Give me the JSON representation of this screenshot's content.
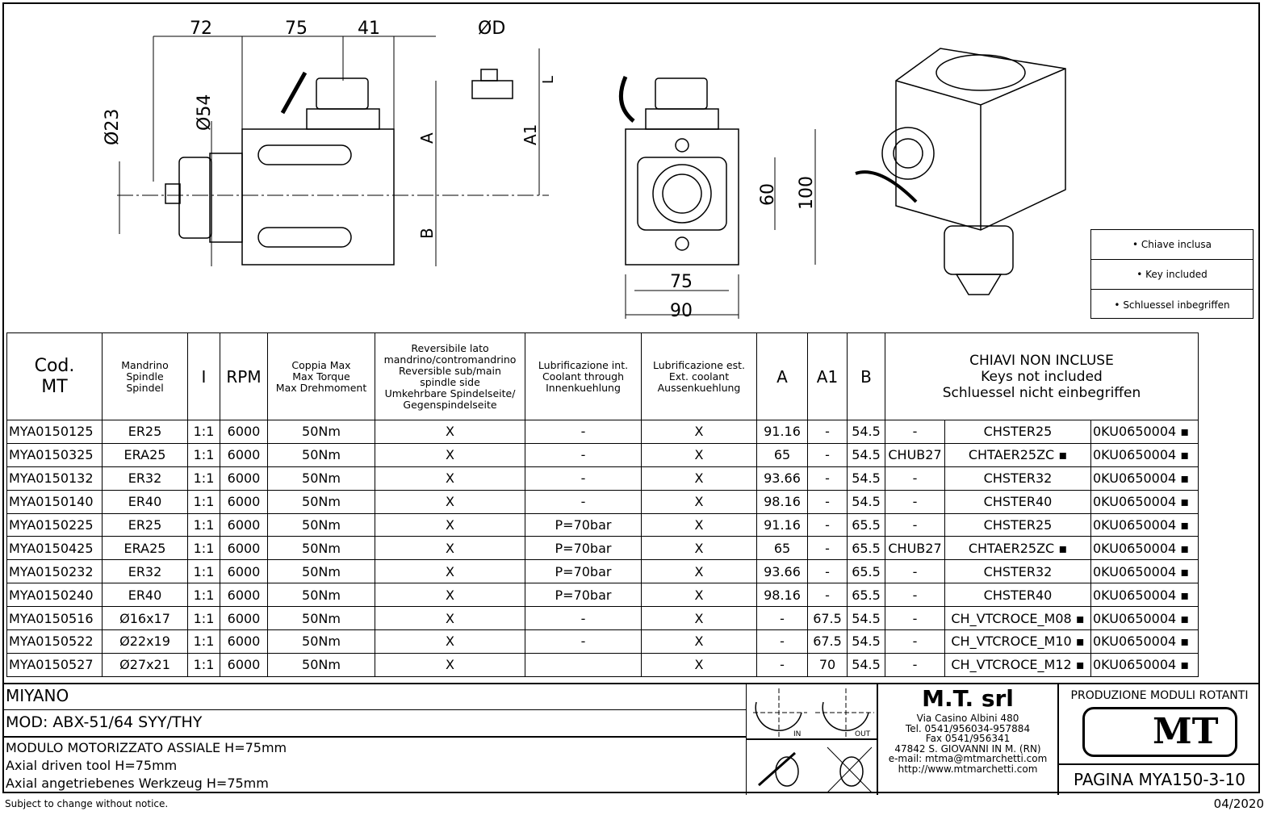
{
  "drawing": {
    "dims_side": [
      "72",
      "75",
      "41",
      "Ø23",
      "Ø54",
      "A",
      "A1",
      "B"
    ],
    "detail": [
      "ØD",
      "L"
    ],
    "dims_front": [
      "60",
      "100",
      "75",
      "90"
    ]
  },
  "keys_box": [
    "• Chiave inclusa",
    "• Key included",
    "• Schluessel inbegriffen"
  ],
  "table": {
    "headers": {
      "cod": "Cod.\nMT",
      "spindle": [
        "Mandrino",
        "Spindle",
        "Spindel"
      ],
      "i": "I",
      "rpm": "RPM",
      "torque": [
        "Coppia Max",
        "Max Torque",
        "Max Drehmoment"
      ],
      "reversible": [
        "Reversibile lato",
        "mandrino/contromandrino",
        "Reversible sub/main",
        "spindle side",
        "Umkehrbare Spindelseite/",
        "Gegenspindelseite"
      ],
      "lub_int": [
        "Lubrificazione int.",
        "Coolant through",
        "Innenkuehlung"
      ],
      "lub_ext": [
        "Lubrificazione est.",
        "Ext. coolant",
        "Aussenkuehlung"
      ],
      "a": "A",
      "a1": "A1",
      "b": "B",
      "keys": [
        "CHIAVI NON INCLUSE",
        "Keys not included",
        "Schluessel nicht einbegriffen"
      ]
    },
    "rows": [
      [
        "MYA0150125",
        "ER25",
        "1:1",
        "6000",
        "50Nm",
        "X",
        "-",
        "X",
        "91.16",
        "-",
        "54.5",
        "-",
        "CHSTER25",
        "0KU0650004 ▪"
      ],
      [
        "MYA0150325",
        "ERA25",
        "1:1",
        "6000",
        "50Nm",
        "X",
        "-",
        "X",
        "65",
        "-",
        "54.5",
        "CHUB27",
        "CHTAER25ZC ▪",
        "0KU0650004 ▪"
      ],
      [
        "MYA0150132",
        "ER32",
        "1:1",
        "6000",
        "50Nm",
        "X",
        "-",
        "X",
        "93.66",
        "-",
        "54.5",
        "-",
        "CHSTER32",
        "0KU0650004 ▪"
      ],
      [
        "MYA0150140",
        "ER40",
        "1:1",
        "6000",
        "50Nm",
        "X",
        "-",
        "X",
        "98.16",
        "-",
        "54.5",
        "-",
        "CHSTER40",
        "0KU0650004 ▪"
      ],
      [
        "MYA0150225",
        "ER25",
        "1:1",
        "6000",
        "50Nm",
        "X",
        "P=70bar",
        "X",
        "91.16",
        "-",
        "65.5",
        "-",
        "CHSTER25",
        "0KU0650004 ▪"
      ],
      [
        "MYA0150425",
        "ERA25",
        "1:1",
        "6000",
        "50Nm",
        "X",
        "P=70bar",
        "X",
        "65",
        "-",
        "65.5",
        "CHUB27",
        "CHTAER25ZC ▪",
        "0KU0650004 ▪"
      ],
      [
        "MYA0150232",
        "ER32",
        "1:1",
        "6000",
        "50Nm",
        "X",
        "P=70bar",
        "X",
        "93.66",
        "-",
        "65.5",
        "-",
        "CHSTER32",
        "0KU0650004 ▪"
      ],
      [
        "MYA0150240",
        "ER40",
        "1:1",
        "6000",
        "50Nm",
        "X",
        "P=70bar",
        "X",
        "98.16",
        "-",
        "65.5",
        "-",
        "CHSTER40",
        "0KU0650004 ▪"
      ],
      [
        "MYA0150516",
        "Ø16x17",
        "1:1",
        "6000",
        "50Nm",
        "X",
        "-",
        "X",
        "-",
        "67.5",
        "54.5",
        "-",
        "CH_VTCROCE_M08 ▪",
        "0KU0650004 ▪"
      ],
      [
        "MYA0150522",
        "Ø22x19",
        "1:1",
        "6000",
        "50Nm",
        "X",
        "-",
        "X",
        "-",
        "67.5",
        "54.5",
        "-",
        "CH_VTCROCE_M10 ▪",
        "0KU0650004 ▪"
      ],
      [
        "MYA0150527",
        "Ø27x21",
        "1:1",
        "6000",
        "50Nm",
        "X",
        "",
        "X",
        "-",
        "70",
        "54.5",
        "-",
        "CH_VTCROCE_M12 ▪",
        "0KU0650004 ▪"
      ]
    ]
  },
  "title_block": {
    "machine": "MIYANO",
    "model": "MOD: ABX-51/64 SYY/THY",
    "desc": [
      "MODULO MOTORIZZATO ASSIALE H=75mm",
      "Axial driven tool H=75mm",
      "Axial angetriebenes Werkzeug H=75mm"
    ],
    "rot_in": "IN",
    "rot_out": "OUT",
    "company": {
      "name": "M.T. srl",
      "lines": [
        "Via Casino Albini 480",
        "Tel. 0541/956034-957884",
        "Fax 0541/956341",
        "47842 S. GIOVANNI IN M. (RN)",
        "e-mail: mtma@mtmarchetti.com",
        "http://www.mtmarchetti.com"
      ]
    },
    "production": "PRODUZIONE MODULI ROTANTI",
    "logo": "MT",
    "page": "PAGINA MYA150-3-10"
  },
  "footer": {
    "notice": "Subject to change without notice.",
    "date": "04/2020"
  }
}
